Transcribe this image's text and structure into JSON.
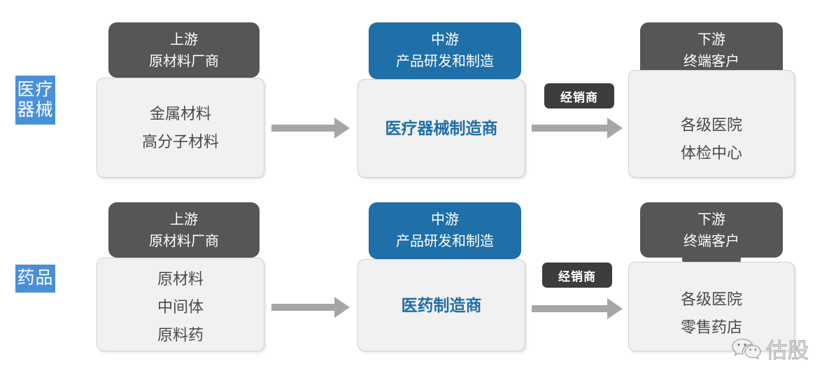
{
  "colors": {
    "row_label_blue": "#4a90d9",
    "upstream_dark": "#565656",
    "midstream_blue": "#1f6fa8",
    "downstream_dark": "#565656",
    "card_bg": "#f1f1f1",
    "card_text": "#4a4a4a",
    "accent_text": "#1f6fa8",
    "arrow_gray": "#a6a6a6",
    "badge_dark": "#3d3d3d"
  },
  "rows": [
    {
      "label": "医疗\n器械",
      "label_line1": "医疗",
      "label_line2": "器械",
      "connector_badge": "经销商",
      "stages": [
        {
          "key": "upstream",
          "header_line1": "上游",
          "header_line2": "原材料厂商",
          "items": [
            "金属材料",
            "高分子材料"
          ]
        },
        {
          "key": "midstream",
          "header_line1": "中游",
          "header_line2": "产品研发和制造",
          "items": [
            "医疗器械制造商"
          ]
        },
        {
          "key": "downstream",
          "header_line1": "下游",
          "header_line2": "终端客户",
          "items": [
            "各级医院",
            "体检中心"
          ]
        }
      ]
    },
    {
      "label": "药品",
      "label_line1": "药品",
      "label_line2": "",
      "connector_badge": "经销商",
      "stages": [
        {
          "key": "upstream",
          "header_line1": "上游",
          "header_line2": "原材料厂商",
          "items": [
            "原材料",
            "中间体",
            "原料药"
          ]
        },
        {
          "key": "midstream",
          "header_line1": "中游",
          "header_line2": "产品研发和制造",
          "items": [
            "医药制造商"
          ]
        },
        {
          "key": "downstream",
          "header_line1": "下游",
          "header_line2": "终端客户",
          "items": [
            "各级医院",
            "零售药店"
          ]
        }
      ]
    }
  ],
  "watermark": {
    "text": "估股",
    "icon": "wechat-icon"
  }
}
